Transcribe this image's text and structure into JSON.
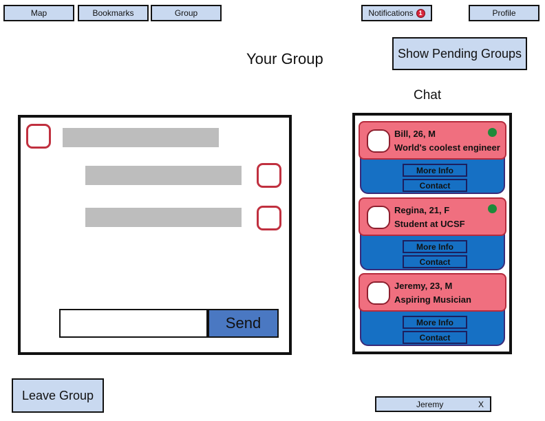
{
  "nav": {
    "map": "Map",
    "bookmarks": "Bookmarks",
    "group": "Group",
    "notifications": "Notifications",
    "notification_count": "1",
    "profile": "Profile"
  },
  "page_title": "Your Group",
  "pending_button": "Show Pending Groups",
  "chat_heading": "Chat",
  "chat": {
    "input_value": "",
    "send_label": "Send"
  },
  "members": [
    {
      "name": "Bill, 26, M",
      "description": "World's coolest engineer",
      "online": true,
      "more_info": "More Info",
      "contact": "Contact"
    },
    {
      "name": "Regina, 21, F",
      "description": "Student at UCSF",
      "online": true,
      "more_info": "More Info",
      "contact": "Contact"
    },
    {
      "name": "Jeremy, 23, M",
      "description": "Aspiring Musician",
      "online": false,
      "more_info": "More Info",
      "contact": "Contact"
    }
  ],
  "leave_button": "Leave Group",
  "chat_tab": {
    "name": "Jeremy",
    "close": "X"
  },
  "colors": {
    "button_fill": "#c9d9f0",
    "member_header": "#f06f7f",
    "member_body": "#1670c4",
    "send_button": "#4a78c2",
    "online": "#1f8a3a",
    "badge": "#d7263d"
  }
}
